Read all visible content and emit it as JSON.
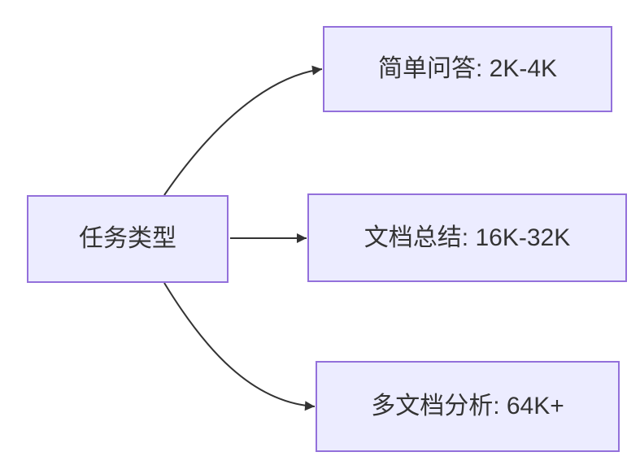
{
  "diagram": {
    "type": "flowchart",
    "direction": "LR",
    "background_color": "#FFFFFF",
    "node_fill_color": "#ECECFF",
    "node_border_color": "#9370DB",
    "edge_color": "#333333",
    "text_color": "#333333",
    "nodes": [
      {
        "id": "task-type",
        "label": "任务类型",
        "role": "root"
      },
      {
        "id": "simple-qa",
        "label": "简单问答: 2K-4K",
        "role": "leaf"
      },
      {
        "id": "doc-summary",
        "label": "文档总结: 16K-32K",
        "role": "leaf"
      },
      {
        "id": "multi-doc",
        "label": "多文档分析: 64K+",
        "role": "leaf"
      }
    ],
    "edges": [
      {
        "from": "task-type",
        "to": "simple-qa"
      },
      {
        "from": "task-type",
        "to": "doc-summary"
      },
      {
        "from": "task-type",
        "to": "multi-doc"
      }
    ]
  }
}
